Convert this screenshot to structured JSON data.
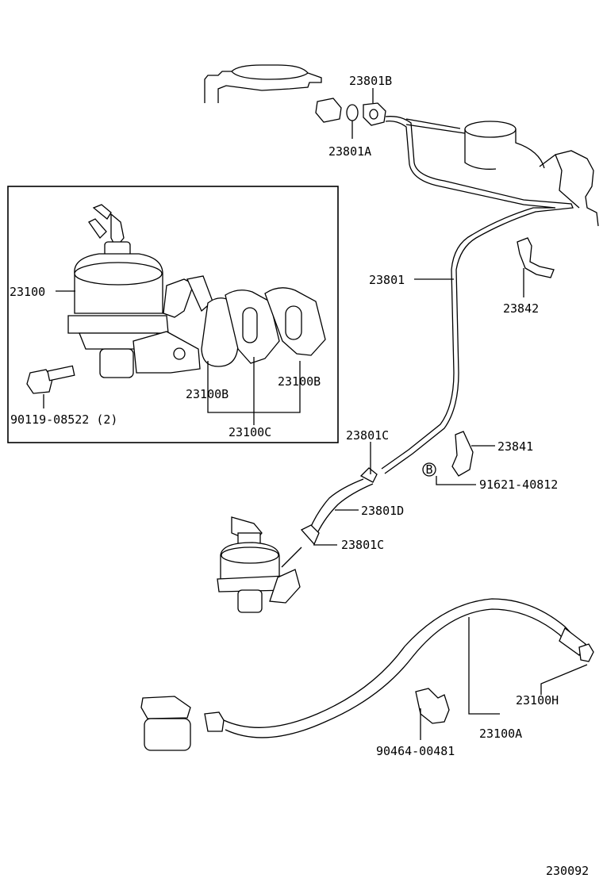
{
  "labels": {
    "p23801B": "23801B",
    "p23801A": "23801A",
    "p23100": "23100",
    "p23801": "23801",
    "p23842": "23842",
    "p23100B_left": "23100B",
    "p23100B_right": "23100B",
    "p90119": "90119-08522 (2)",
    "p23100C": "23100C",
    "p23801C_top": "23801C",
    "p23841": "23841",
    "p91621": "91621-40812",
    "p23801D": "23801D",
    "p23801C_bottom": "23801C",
    "p23100H": "23100H",
    "p23100A": "23100A",
    "p90464": "90464-00481",
    "fig_no": "230092"
  },
  "markers": {
    "b_callout": "B"
  }
}
